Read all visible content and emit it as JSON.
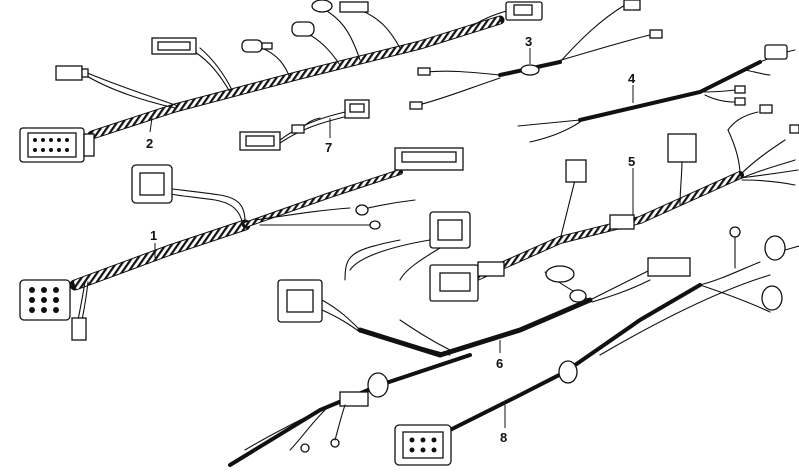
{
  "callouts": [
    {
      "id": "1",
      "text": "1"
    },
    {
      "id": "2",
      "text": "2"
    },
    {
      "id": "3",
      "text": "3"
    },
    {
      "id": "4",
      "text": "4"
    },
    {
      "id": "5",
      "text": "5"
    },
    {
      "id": "6",
      "text": "6"
    },
    {
      "id": "7",
      "text": "7"
    },
    {
      "id": "8",
      "text": "8"
    }
  ],
  "colors": {
    "ink": "#111111",
    "paper": "#ffffff"
  }
}
